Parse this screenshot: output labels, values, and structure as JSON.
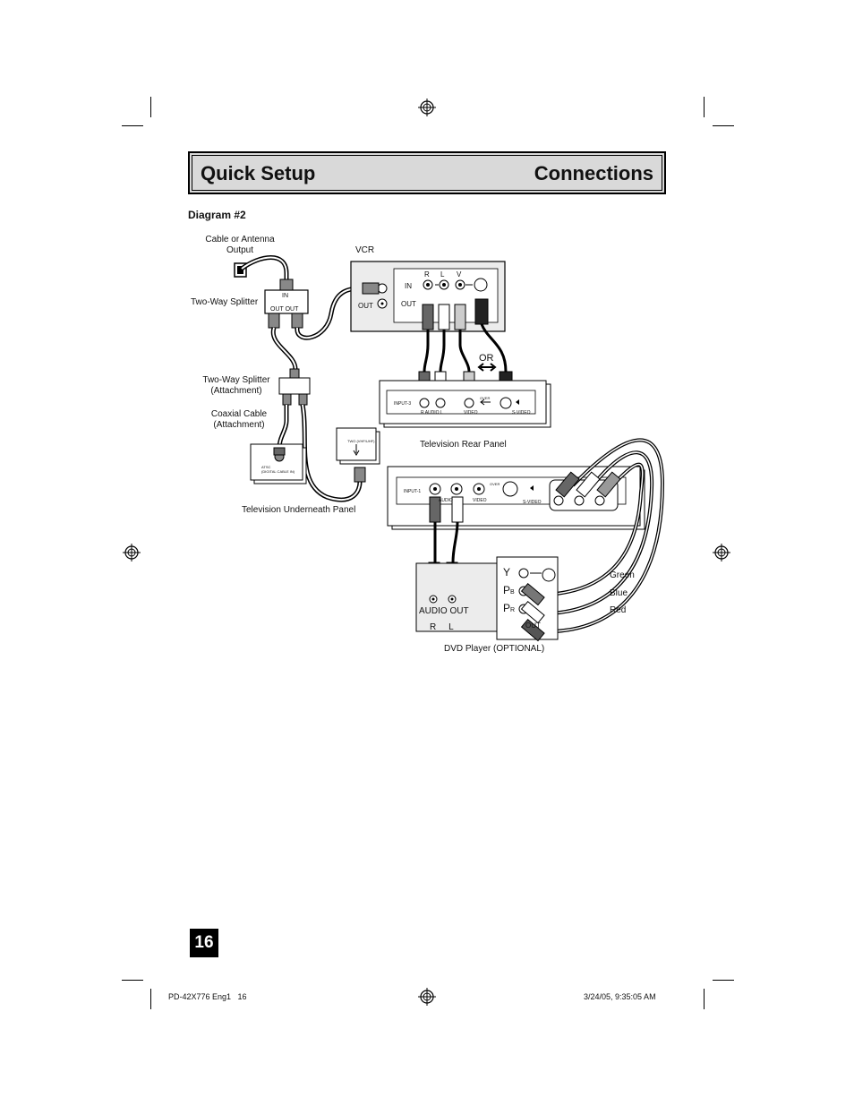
{
  "header": {
    "left_title": "Quick Setup",
    "right_title": "Connections"
  },
  "diagram_title": "Diagram #2",
  "labels": {
    "cable_output": [
      "Cable or Antenna",
      "Output"
    ],
    "vcr": "VCR",
    "splitter": "Two-Way Splitter",
    "splitter_attach": [
      "Two-Way Splitter",
      "(Attachment)"
    ],
    "coax_attach": [
      "Coaxial Cable",
      "(Attachment)"
    ],
    "tv_rear": "Television Rear Panel",
    "tv_underneath": "Television Underneath Panel",
    "dvd": "DVD Player (OPTIONAL)",
    "green": "Green",
    "blue": "Blue",
    "red": "Red",
    "or": "OR"
  },
  "panel_text": {
    "splitter_in": "IN",
    "splitter_out": "OUT OUT",
    "vcr_r": "R",
    "vcr_l": "L",
    "vcr_v": "V",
    "vcr_in": "IN",
    "vcr_out": "OUT",
    "vcr_out2": "OUT",
    "input3": "INPUT-3",
    "input1": "INPUT-1",
    "audio_row": "R   AUDIO   L",
    "video": "VIDEO",
    "svideo": "S-VIDEO",
    "over": "OVER",
    "audio_out": "AUDIO OUT",
    "audio_rl": "R     L",
    "y": "Y",
    "pb": "P",
    "pb_sub": "B",
    "pr": "P",
    "pr_sub": "R",
    "atsc": "ATSC",
    "digital_cable_in": "(DIGITAL CABLE IN)",
    "tv_underneath_small": "TWO (VHF/UHF)",
    "audio_small": "AUDIO",
    "dvd_out": "OUT"
  },
  "page_number": "16",
  "footer": {
    "left": "PD-42X776 Eng1   16",
    "right": "3/24/05, 9:35:05 AM"
  }
}
